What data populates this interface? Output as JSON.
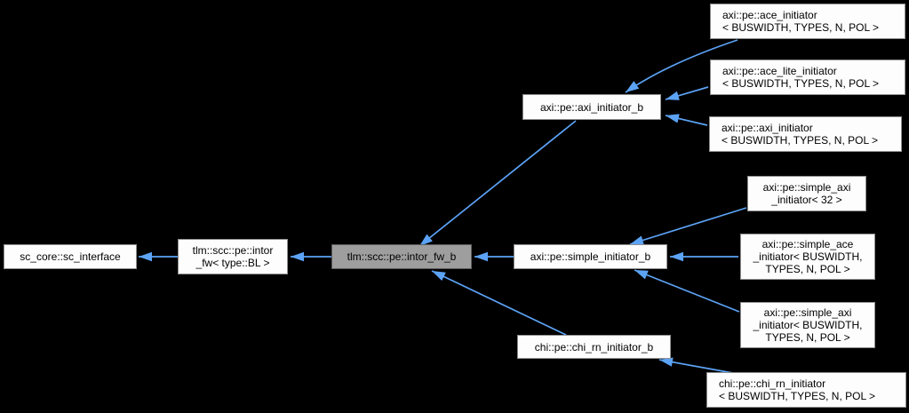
{
  "diagram": {
    "type": "class-inheritance-graph",
    "background_color": "#000000",
    "edge_color": "#5ca3f5",
    "node_style": {
      "fill": "#fdfdfd",
      "border": "#8f8f8f",
      "text": "#000000"
    },
    "selected_node_style": {
      "fill": "#9e9e9e",
      "border": "#5c5c5c"
    },
    "nodes": {
      "sc_interface": {
        "label": "sc_core::sc_interface"
      },
      "intor_fw": {
        "label": "tlm::scc::pe::intor\n_fw< type::BL >"
      },
      "intor_fw_b": {
        "label": "tlm::scc::pe::intor_fw_b",
        "selected": true
      },
      "axi_initiator_b": {
        "label": "axi::pe::axi_initiator_b"
      },
      "simple_initiator_b": {
        "label": "axi::pe::simple_initiator_b"
      },
      "chi_rn_initiator_b": {
        "label": "chi::pe::chi_rn_initiator_b"
      },
      "ace_initiator": {
        "label": "axi::pe::ace_initiator\n< BUSWIDTH, TYPES, N, POL >"
      },
      "ace_lite_initiator": {
        "label": "axi::pe::ace_lite_initiator\n< BUSWIDTH, TYPES, N, POL >"
      },
      "axi_initiator": {
        "label": "axi::pe::axi_initiator\n< BUSWIDTH, TYPES, N, POL >"
      },
      "simple_axi_initiator_32": {
        "label": "axi::pe::simple_axi\n_initiator< 32 >"
      },
      "simple_ace_initiator": {
        "label": "axi::pe::simple_ace\n_initiator< BUSWIDTH,\nTYPES, N, POL >"
      },
      "simple_axi_initiator": {
        "label": "axi::pe::simple_axi\n_initiator< BUSWIDTH,\nTYPES, N, POL >"
      },
      "chi_rn_initiator": {
        "label": "chi::pe::chi_rn_initiator\n< BUSWIDTH, TYPES, N, POL >"
      }
    },
    "edges": [
      {
        "from": "tlm::scc::pe::intor_fw< type::BL >",
        "to": "sc_core::sc_interface"
      },
      {
        "from": "tlm::scc::pe::intor_fw_b",
        "to": "tlm::scc::pe::intor_fw< type::BL >"
      },
      {
        "from": "axi::pe::axi_initiator_b",
        "to": "tlm::scc::pe::intor_fw_b"
      },
      {
        "from": "axi::pe::simple_initiator_b",
        "to": "tlm::scc::pe::intor_fw_b"
      },
      {
        "from": "chi::pe::chi_rn_initiator_b",
        "to": "tlm::scc::pe::intor_fw_b"
      },
      {
        "from": "axi::pe::ace_initiator< BUSWIDTH, TYPES, N, POL >",
        "to": "axi::pe::axi_initiator_b"
      },
      {
        "from": "axi::pe::ace_lite_initiator< BUSWIDTH, TYPES, N, POL >",
        "to": "axi::pe::axi_initiator_b"
      },
      {
        "from": "axi::pe::axi_initiator< BUSWIDTH, TYPES, N, POL >",
        "to": "axi::pe::axi_initiator_b"
      },
      {
        "from": "axi::pe::simple_axi_initiator< 32 >",
        "to": "axi::pe::simple_initiator_b"
      },
      {
        "from": "axi::pe::simple_ace_initiator< BUSWIDTH, TYPES, N, POL >",
        "to": "axi::pe::simple_initiator_b"
      },
      {
        "from": "axi::pe::simple_axi_initiator< BUSWIDTH, TYPES, N, POL >",
        "to": "axi::pe::simple_initiator_b"
      },
      {
        "from": "chi::pe::chi_rn_initiator< BUSWIDTH, TYPES, N, POL >",
        "to": "chi::pe::chi_rn_initiator_b"
      }
    ]
  }
}
